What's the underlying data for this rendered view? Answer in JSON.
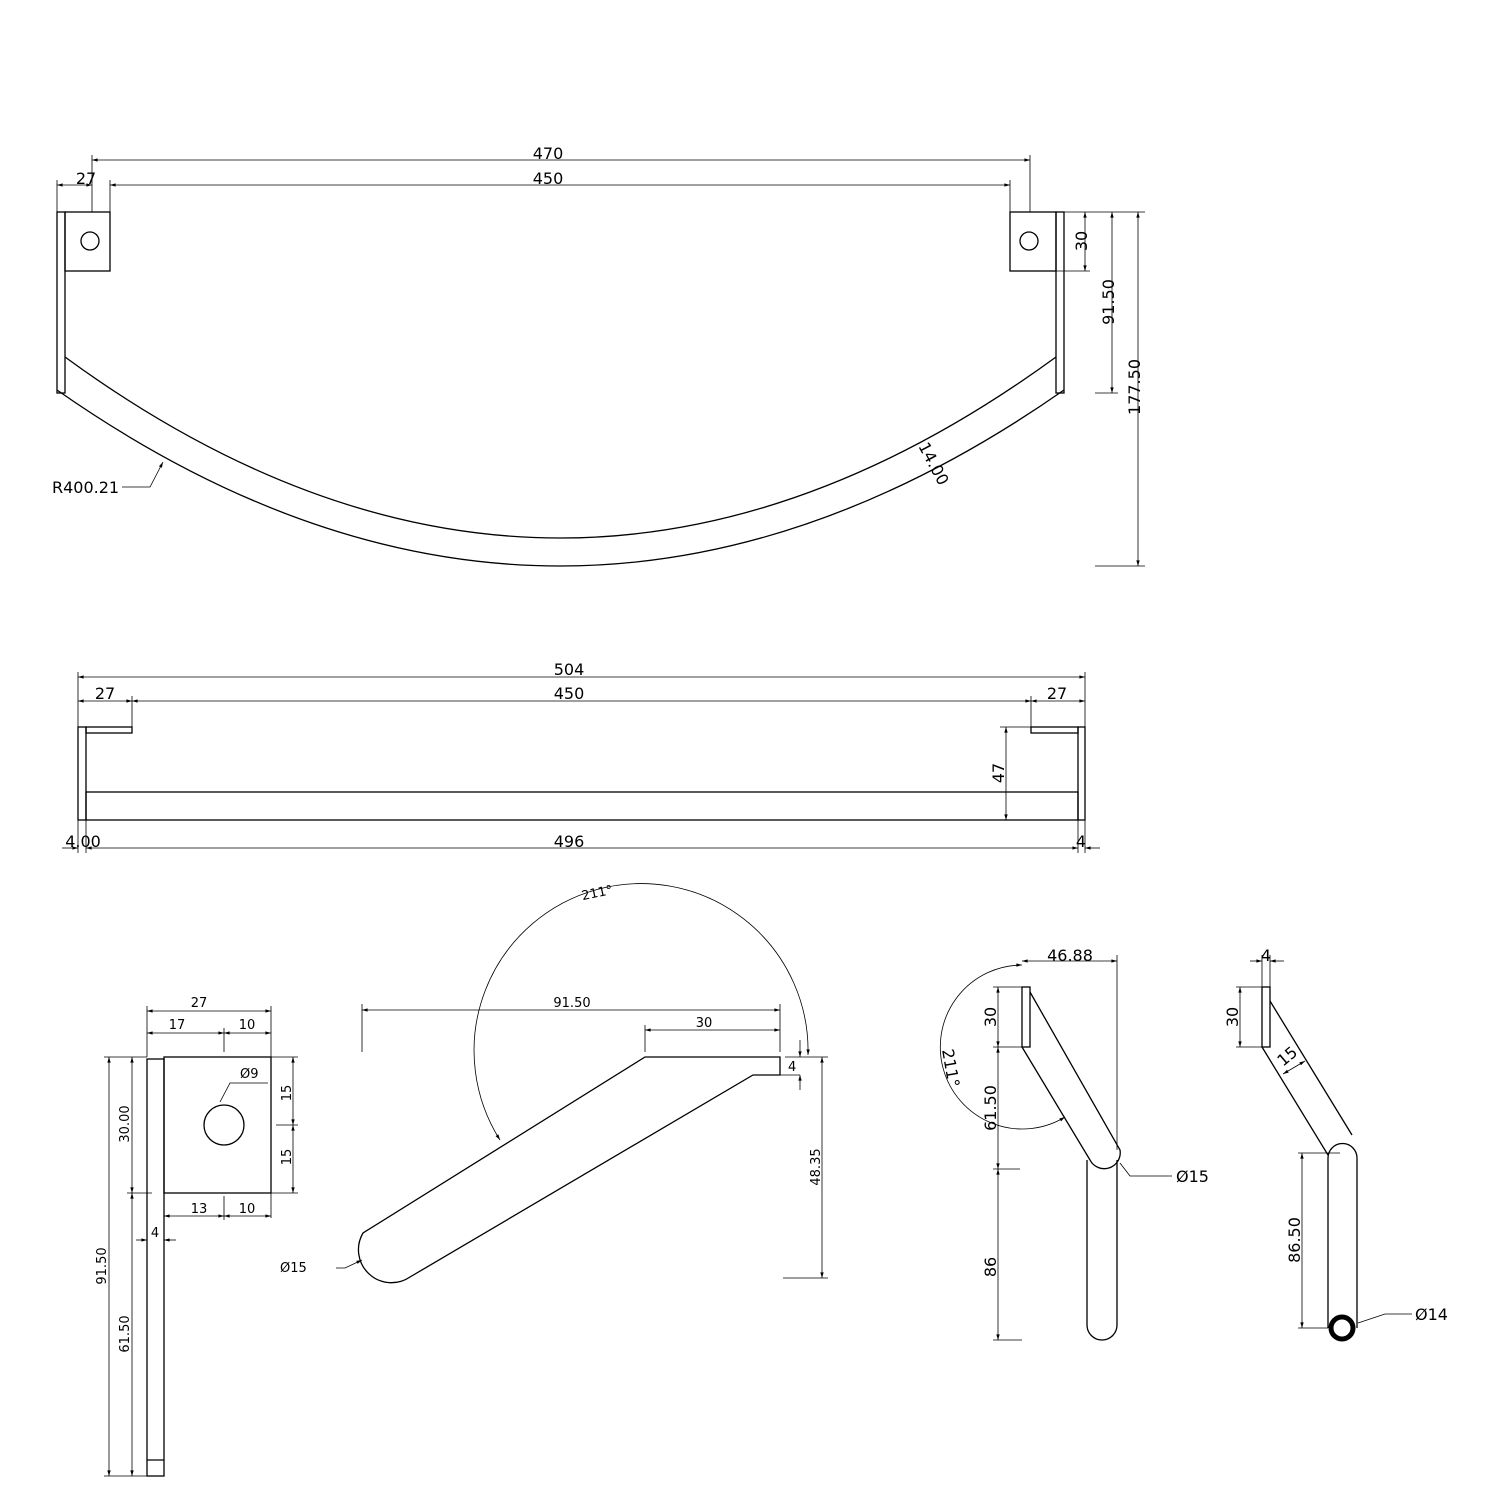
{
  "top_view": {
    "d470": "470",
    "d27": "27",
    "d450": "450",
    "d30": "30",
    "d91_50": "91.50",
    "d177_50": "177.50",
    "radius": "R400.21",
    "d14": "14.00"
  },
  "front_view": {
    "d504": "504",
    "d27_left": "27",
    "d450": "450",
    "d27_right": "27",
    "d47": "47",
    "d4_left": "4.00",
    "d496": "496",
    "d4_right": "4"
  },
  "bracket_view": {
    "d27": "27",
    "d17": "17",
    "d10_top": "10",
    "hole": "Ø9",
    "d15_top": "15",
    "d15_bottom": "15",
    "d30": "30.00",
    "d13": "13",
    "d10_bottom": "10",
    "d4": "4",
    "d91_50": "91.50",
    "d61_50": "61.50"
  },
  "side_view": {
    "angle": "211°",
    "d91_50": "91.50",
    "d30": "30",
    "d4": "4",
    "d48_35": "48.35",
    "dia": "Ø15"
  },
  "end_view": {
    "d46_88": "46.88",
    "d30": "30",
    "angle": "211°",
    "d61_50": "61.50",
    "d86": "86",
    "dia": "Ø15"
  },
  "rear_view": {
    "d4": "4",
    "d30": "30",
    "d15": "15",
    "d86_50": "86.50",
    "dia": "Ø14"
  }
}
